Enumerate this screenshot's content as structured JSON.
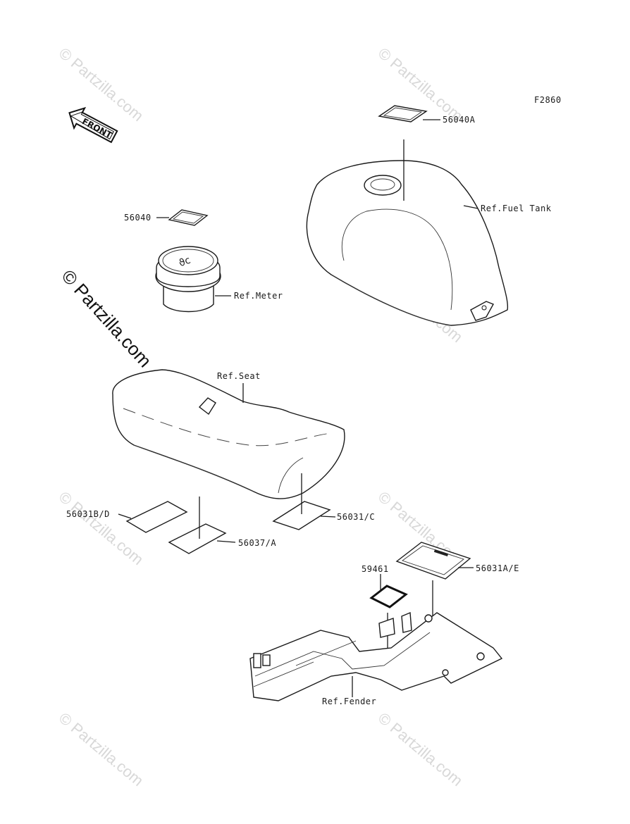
{
  "diagram": {
    "figure_code": "F2860",
    "front_marker": "FRONT",
    "watermark_text": "© Partzilla.com",
    "parts": [
      {
        "id": "p-56040A",
        "label": "56040A"
      },
      {
        "id": "p-56040",
        "label": "56040"
      },
      {
        "id": "p-56031BD",
        "label": "56031B/D"
      },
      {
        "id": "p-56037A",
        "label": "56037/A"
      },
      {
        "id": "p-56031C",
        "label": "56031/C"
      },
      {
        "id": "p-59461",
        "label": "59461"
      },
      {
        "id": "p-56031AE",
        "label": "56031A/E"
      }
    ],
    "references": [
      {
        "id": "ref-fuel-tank",
        "label": "Ref.Fuel Tank"
      },
      {
        "id": "ref-meter",
        "label": "Ref.Meter"
      },
      {
        "id": "ref-seat",
        "label": "Ref.Seat"
      },
      {
        "id": "ref-fender",
        "label": "Ref.Fender"
      }
    ]
  }
}
